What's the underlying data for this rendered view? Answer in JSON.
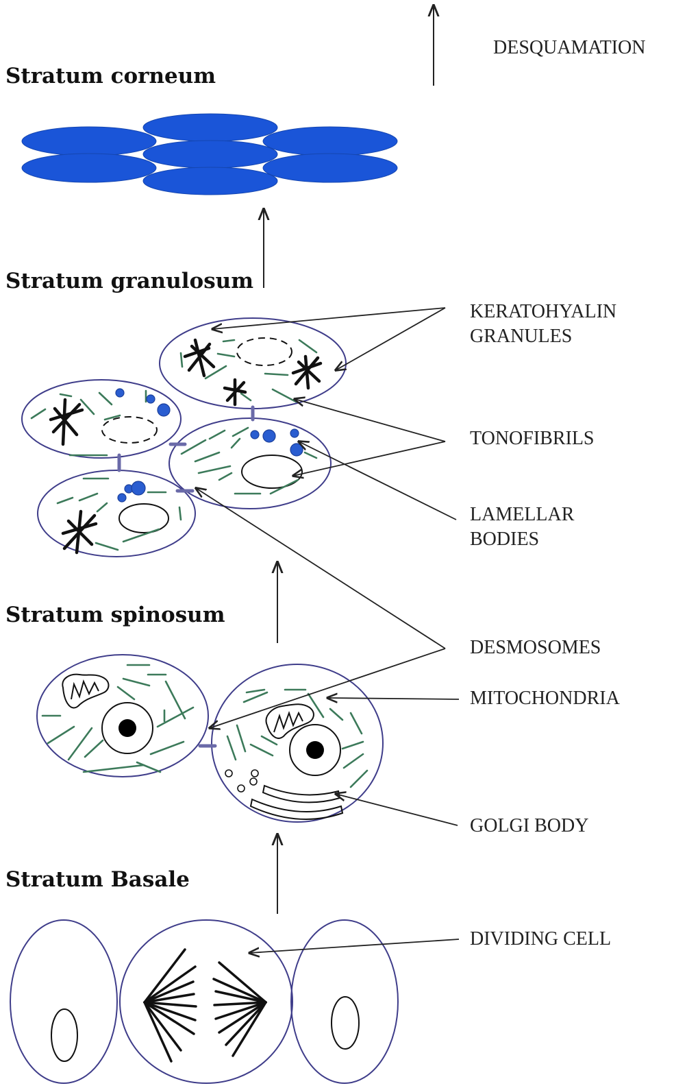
{
  "layers": {
    "corneum": "Stratum corneum",
    "granulosum": "Stratum granulosum",
    "spinosum": "Stratum spinosum",
    "basale": "Stratum Basale"
  },
  "labels": {
    "desquamation": "DESQUAMATION",
    "keratohyalin": [
      "KERATOHYALIN",
      "GRANULES"
    ],
    "tonofibrils": "TONOFIBRILS",
    "lamellar": [
      "LAMELLAR",
      "BODIES"
    ],
    "desmosomes": "DESMOSOMES",
    "mitochondria": "MITOCHONDRIA",
    "golgi": "GOLGI BODY",
    "dividing": "DIVIDING CELL"
  },
  "colors": {
    "corneocyte": "#1a55d8",
    "cell_outline": "#3f3d8a",
    "tonofibril": "#3c7a5a",
    "lamellar_body": "#2a5dd0",
    "desmosome": "#6a6aa8"
  }
}
